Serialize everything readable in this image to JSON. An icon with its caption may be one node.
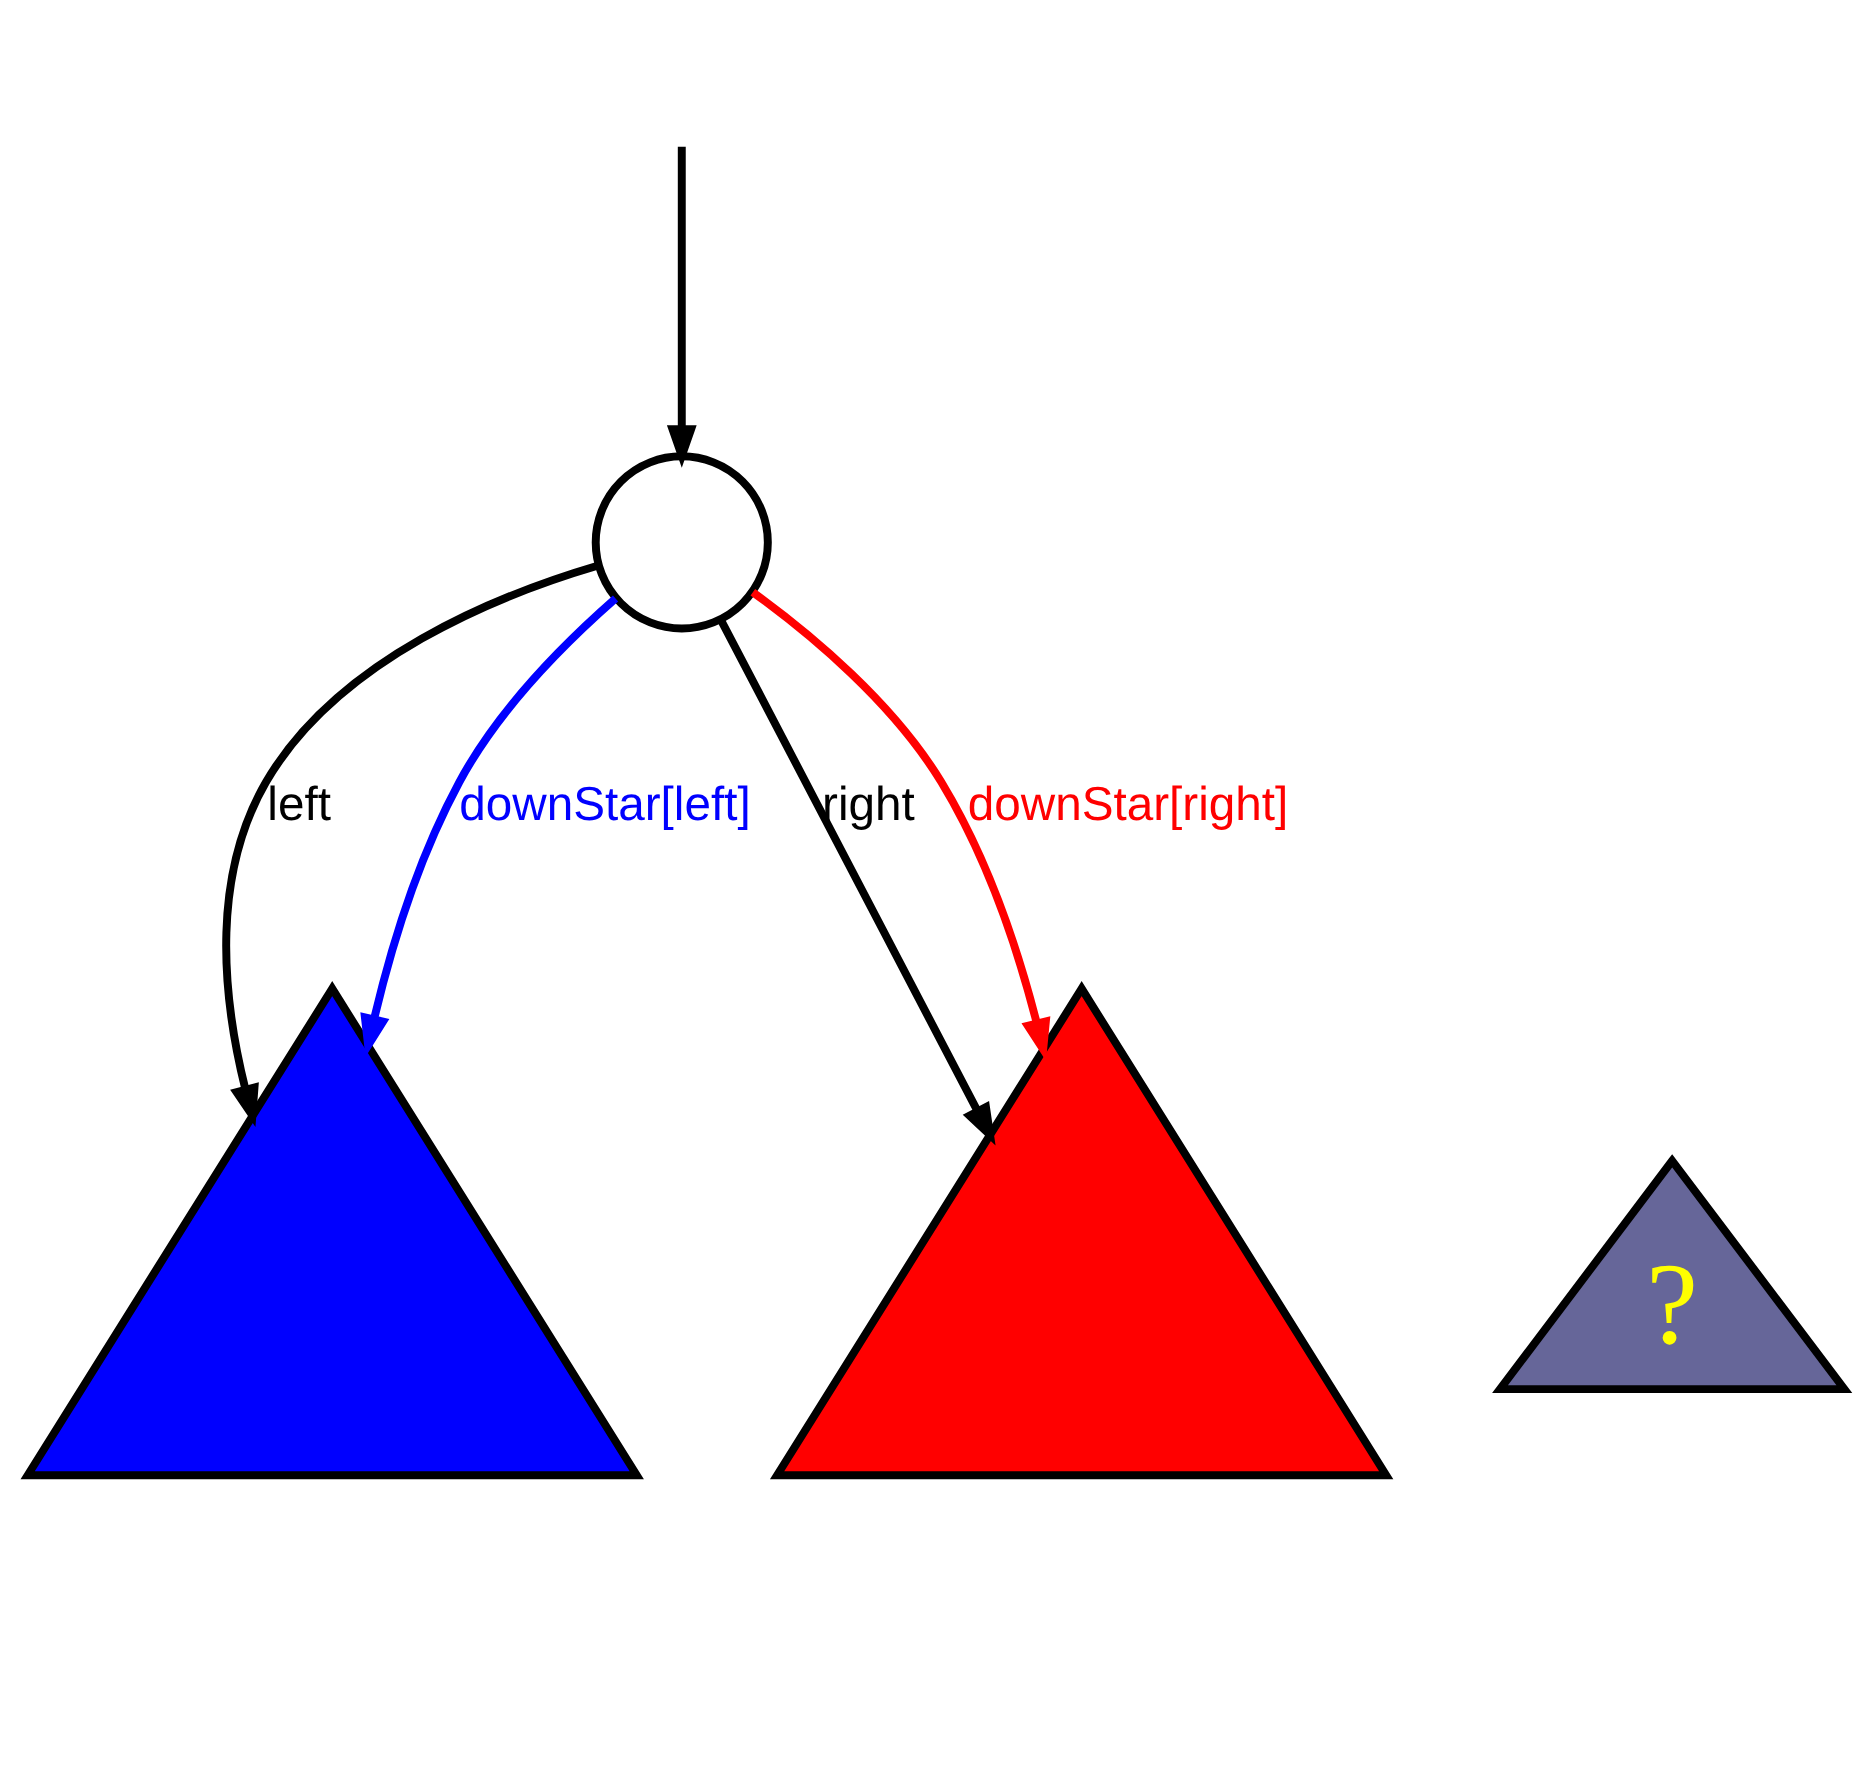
{
  "diagram": {
    "nodes": [
      {
        "text": [],
        "shape": "circle"
      },
      {
        "text": [],
        "shape": "triangle"
      },
      {
        "text": [],
        "shape": "triangle"
      },
      {
        "text": [
          "?"
        ]
      }
    ],
    "edges": [
      {
        "from": null,
        "to": 0,
        "arrow": "to"
      },
      {
        "from": 0,
        "to": 1,
        "arrow": "to",
        "label": "left"
      },
      {
        "from": 0,
        "to": 2,
        "arrow": "to",
        "label": "right"
      },
      {
        "from": 0,
        "to": 1,
        "arrow": "to",
        "label": "downStar[left]",
        "color": "#0000ff"
      },
      {
        "from": 0,
        "to": 2,
        "arrow": "to",
        "label": "downStar[right]",
        "color": "#ff0000"
      }
    ]
  }
}
